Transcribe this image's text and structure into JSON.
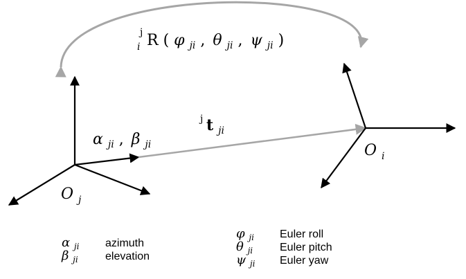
{
  "diagram": {
    "rotation_label": {
      "pre_superscript": "j",
      "pre_subscript": "i",
      "symbol": "R",
      "args_open": "(",
      "arg1": "φ",
      "arg1_sub": "ji",
      "sep1": ",",
      "arg2": "θ",
      "arg2_sub": "ji",
      "sep2": ",",
      "arg3": "ψ",
      "arg3_sub": "ji",
      "args_close": ")"
    },
    "translation_label": {
      "superscript": "j",
      "symbol": "t",
      "subscript": "ji"
    },
    "angles_label": {
      "alpha": "α",
      "alpha_sub": "ji",
      "sep": ",",
      "beta": "β",
      "beta_sub": "ji"
    },
    "origin_j": {
      "symbol": "O",
      "subscript": "j"
    },
    "origin_i": {
      "symbol": "O",
      "subscript": "i"
    },
    "colors": {
      "axes": "#000000",
      "relation": "#a6a6a6"
    }
  },
  "legend": {
    "left": [
      {
        "symbol": "α",
        "subscript": "ji",
        "label": "azimuth"
      },
      {
        "symbol": "β",
        "subscript": "ji",
        "label": "elevation"
      }
    ],
    "right": [
      {
        "symbol": "φ",
        "subscript": "ji",
        "label": "Euler roll"
      },
      {
        "symbol": "θ",
        "subscript": "ji",
        "label": "Euler pitch"
      },
      {
        "symbol": "ψ",
        "subscript": "ji",
        "label": "Euler yaw"
      }
    ]
  }
}
